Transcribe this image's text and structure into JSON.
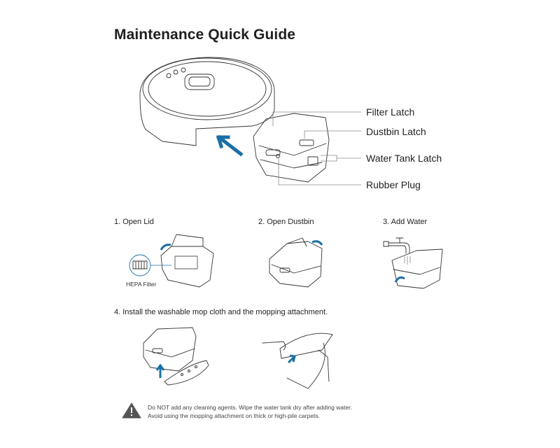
{
  "title": "Maintenance Quick Guide",
  "accent_color": "#1a6fa6",
  "callouts": {
    "filter_latch": "Filter Latch",
    "dustbin_latch": "Dustbin Latch",
    "water_tank_latch": "Water Tank Latch",
    "rubber_plug": "Rubber Plug"
  },
  "steps": {
    "step1": {
      "label": "1. Open Lid",
      "sub_label": "HEPA Filter"
    },
    "step2": {
      "label": "2. Open Dustbin"
    },
    "step3": {
      "label": "3. Add Water"
    },
    "step4": {
      "label": "4. Install the washable mop cloth and the mopping attachment."
    }
  },
  "warning": {
    "icon": "warning-triangle-icon",
    "line1": "Do NOT add any cleaning agents. Wipe the water tank dry after adding water.",
    "line2": "Avoid using the mopping attachment on thick or high-pile carpets."
  }
}
